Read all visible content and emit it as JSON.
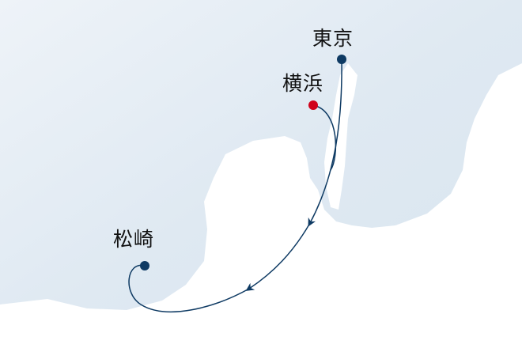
{
  "colors": {
    "land": "#dfe9f2",
    "sea": "#ffffff",
    "route": "#0e3a63",
    "origin": "#d0021b",
    "port": "#0e3a63"
  },
  "cities": [
    {
      "name": "東京",
      "role": "port"
    },
    {
      "name": "横浜",
      "role": "origin"
    },
    {
      "name": "松崎",
      "role": "port"
    }
  ]
}
